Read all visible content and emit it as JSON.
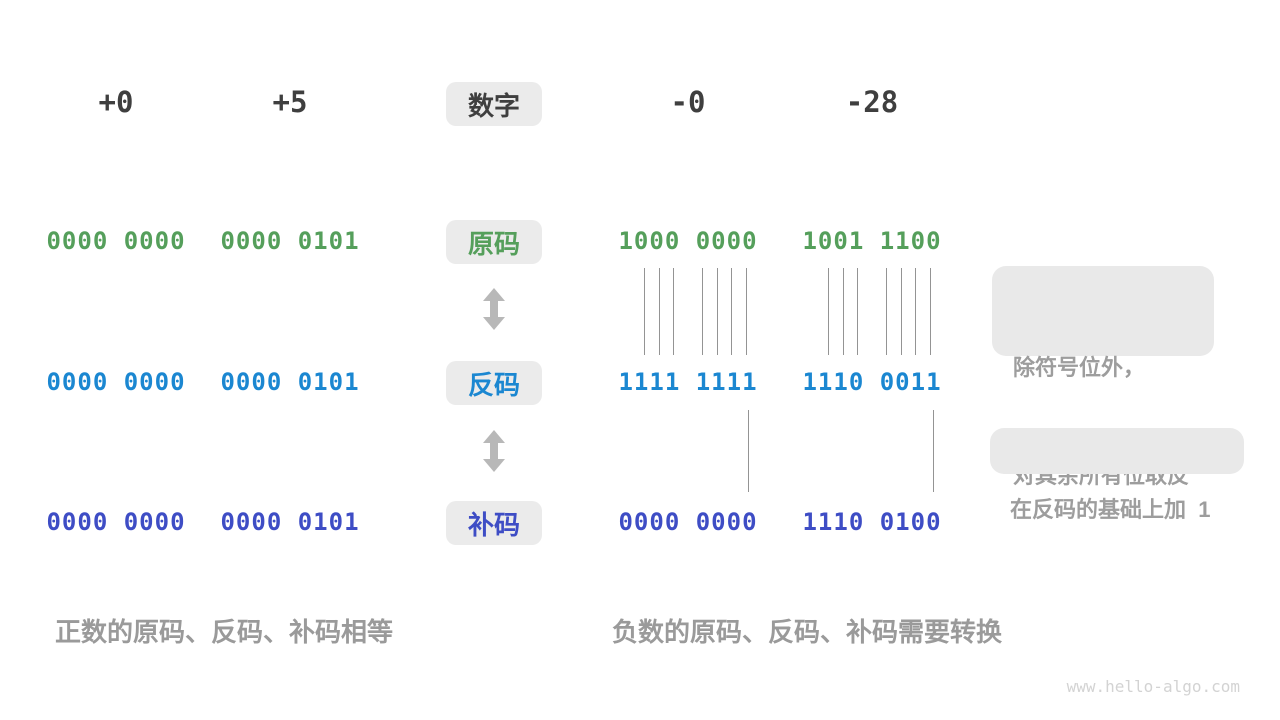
{
  "badges": {
    "number_label": "数字",
    "sign_magnitude_label": "原码",
    "ones_complement_label": "反码",
    "twos_complement_label": "补码"
  },
  "columns": [
    {
      "number": "+0",
      "sign_magnitude": "0000 0000",
      "ones_complement": "0000 0000",
      "twos_complement": "0000 0000"
    },
    {
      "number": "+5",
      "sign_magnitude": "0000 0101",
      "ones_complement": "0000 0101",
      "twos_complement": "0000 0101"
    },
    {
      "number": "-0",
      "sign_magnitude": "1000 0000",
      "ones_complement": "1111 1111",
      "twos_complement": "0000 0000"
    },
    {
      "number": "-28",
      "sign_magnitude": "1001 1100",
      "ones_complement": "1110 0011",
      "twos_complement": "1110 0100"
    }
  ],
  "annotations": {
    "flip_note_line1": "除符号位外，",
    "flip_note_line2": "对其余所有位取反",
    "add_one_note": "在反码的基础上加  1"
  },
  "captions": {
    "positive": "正数的原码、反码、补码相等",
    "negative": "负数的原码、反码、补码需要转换"
  },
  "watermark": "www.hello-algo.com",
  "colors": {
    "sign_magnitude_green": "#559f5b",
    "ones_complement_blue": "#1b87d1",
    "twos_complement_indigo": "#3e4dc5",
    "dark_text": "#3f3f3f",
    "note_gray": "#9d9d9d",
    "badge_background": "#ebebeb",
    "arrow_gray": "#b8b8b8",
    "line_gray": "#949494"
  }
}
